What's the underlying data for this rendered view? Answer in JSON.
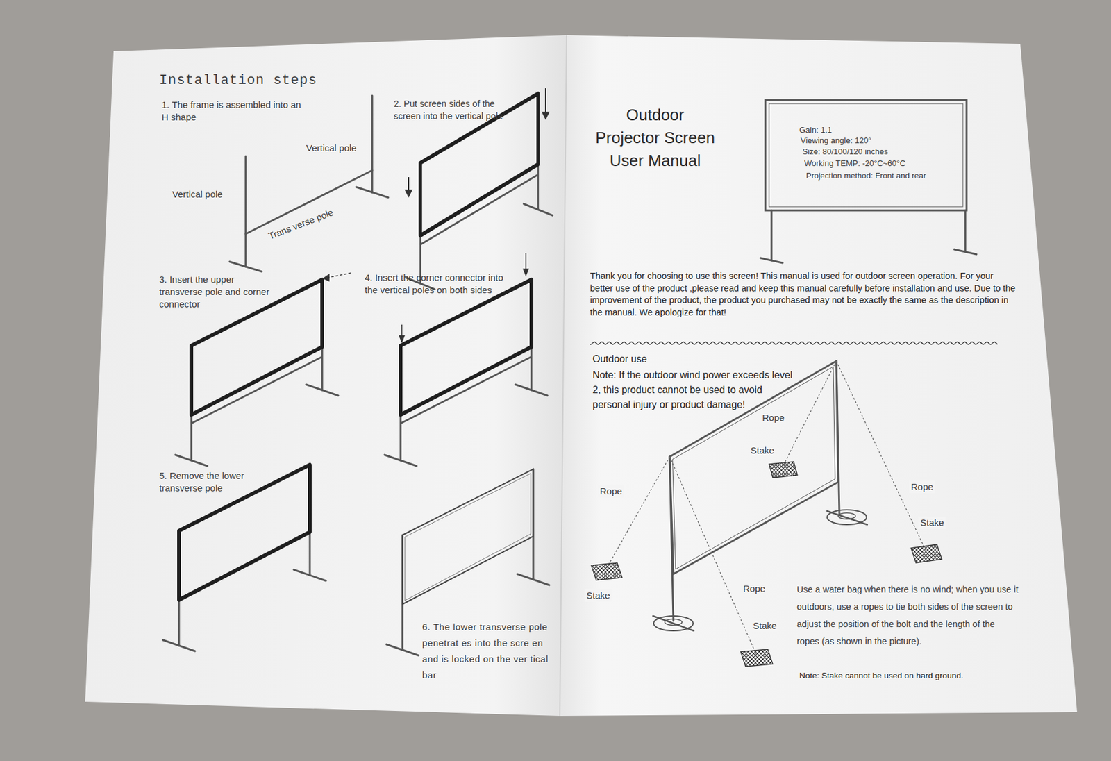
{
  "diagram": {
    "title": "Outdoor Projector Screen User Manual",
    "labels": [
      "Installation steps",
      "1. The frame is assembled into an H shape",
      "Vertical pole",
      "Vertical pole",
      "Trans verse pole",
      "2. Put screen sides of the screen into the vertical pole",
      "3. Insert the upper transverse pole and corner connector",
      "4. Insert the corner connector into the vertical poles on both sides",
      "5. Remove the lower transverse pole",
      "6. The lower transverse pole penetrat es into the scre en and is locked on the ver tical bar",
      "Gain: 1.1",
      "Viewing angle: 120°",
      "Size: 80/100/120 inches",
      "Working TEMP: -20°C~60°C",
      "Projection method: Front and rear",
      "Thank you for choosing to use this screen! This manual is used for outdoor screen operation. For your better use of the product ,please read and keep this manual carefully before installation and use. Due to the improvement of the product, the product you purchased may not be exactly the same as the description in the manual. We apologize for that!",
      "Outdoor use",
      "Note: If the outdoor wind power exceeds level 2, this product cannot be used to avoid personal injury or product damage!",
      "Rope",
      "Stake",
      "Rope",
      "Rope",
      "Stake",
      "Stake",
      "Rope",
      "Stake",
      "Use a water bag when there is no wind; when you use it outdoors, use a ropes to tie both sides of the screen to adjust the position of the bolt and the length of the ropes (as shown in the picture).",
      "Note: Stake cannot be used on hard ground."
    ]
  }
}
